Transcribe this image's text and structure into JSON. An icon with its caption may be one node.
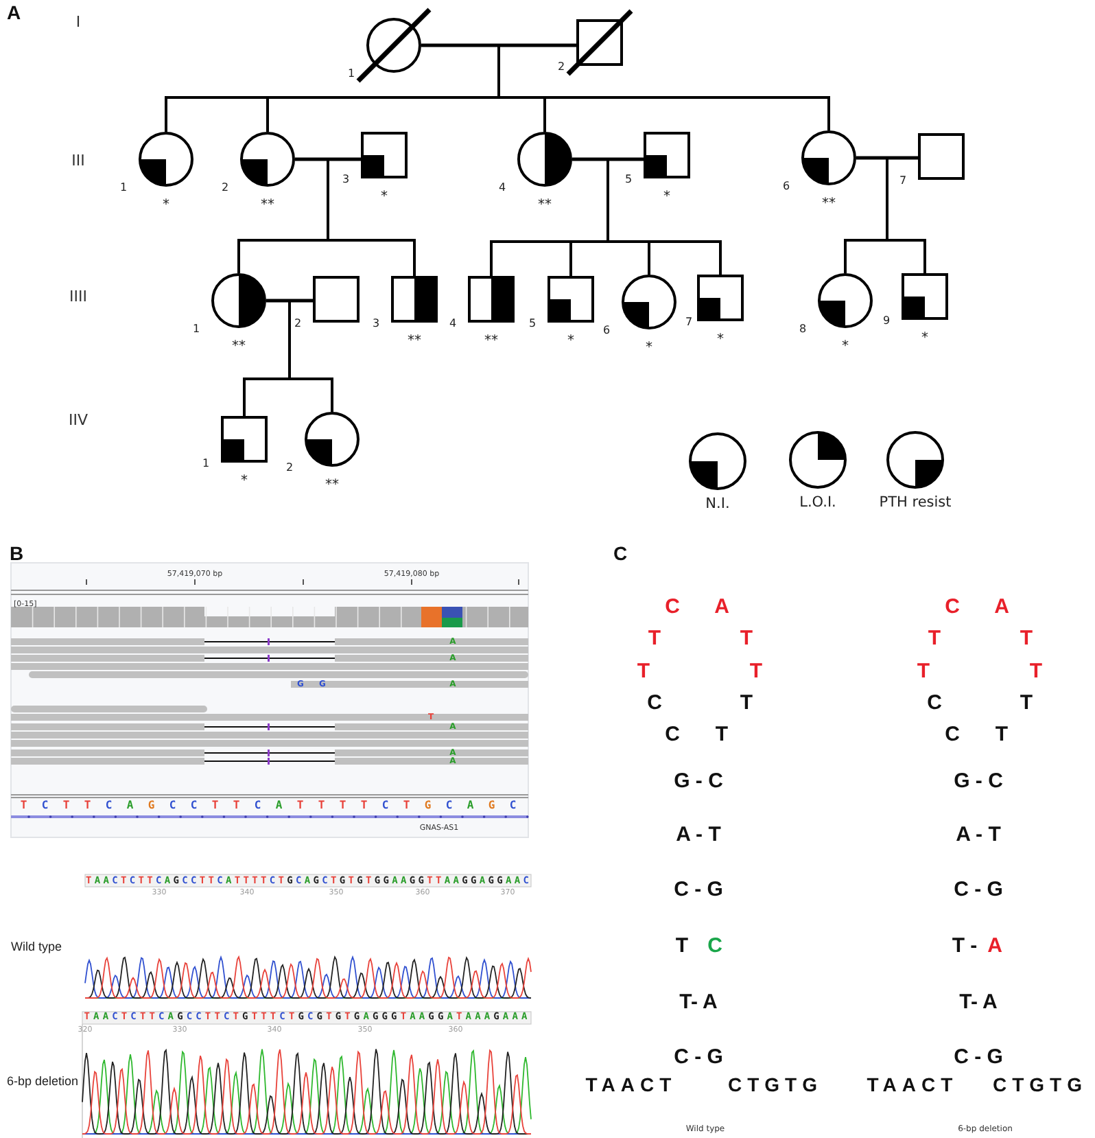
{
  "diagram": {
    "nodes": [
      {
        "text": [],
        "shape": "circle",
        "beside": [
          "1"
        ]
      },
      {
        "text": [],
        "shape": "box",
        "beside": [
          "2"
        ]
      },
      {
        "text": [],
        "shape": "circle",
        "beside": [
          "1",
          "*"
        ]
      },
      {
        "text": [],
        "shape": "circle",
        "beside": [
          "2",
          "**"
        ]
      },
      {
        "text": [],
        "shape": "box",
        "beside": [
          "3",
          "*"
        ]
      },
      {
        "text": [],
        "shape": "circle",
        "beside": [
          "4",
          "**"
        ]
      },
      {
        "text": [],
        "shape": "box",
        "beside": [
          "5",
          "*"
        ]
      },
      {
        "text": [],
        "shape": "circle",
        "beside": [
          "6",
          "**"
        ]
      },
      {
        "text": [],
        "shape": "box",
        "beside": [
          "7"
        ]
      },
      {
        "text": [],
        "shape": "circle",
        "beside": [
          "1",
          "**"
        ]
      },
      {
        "text": [],
        "shape": "box",
        "beside": [
          "2"
        ]
      },
      {
        "text": [],
        "shape": "box",
        "beside": [
          "3",
          "**"
        ]
      },
      {
        "text": [],
        "shape": "box",
        "beside": [
          "4",
          "**"
        ]
      },
      {
        "text": [],
        "shape": "box",
        "beside": [
          "5",
          "*"
        ]
      },
      {
        "text": [],
        "shape": "circle",
        "beside": [
          "6",
          "*"
        ]
      },
      {
        "text": [],
        "shape": "box",
        "beside": [
          "7",
          "*"
        ]
      },
      {
        "text": [],
        "shape": "circle",
        "beside": [
          "8",
          "*"
        ]
      },
      {
        "text": [],
        "shape": "box",
        "beside": [
          "9",
          "*"
        ]
      },
      {
        "text": [],
        "shape": "box",
        "beside": [
          "1",
          "*"
        ]
      },
      {
        "text": [],
        "shape": "circle",
        "beside": [
          "2",
          "**"
        ]
      }
    ],
    "edges": [
      {
        "from": 0,
        "to": 1,
        "arrow": "none"
      },
      {
        "from": 0,
        "to": 2,
        "arrow": "none"
      },
      {
        "from": 0,
        "to": 3,
        "arrow": "none"
      },
      {
        "from": 0,
        "to": 5,
        "arrow": "none"
      },
      {
        "from": 0,
        "to": 7,
        "arrow": "none"
      },
      {
        "from": 1,
        "to": 2,
        "arrow": "none"
      },
      {
        "from": 1,
        "to": 3,
        "arrow": "none"
      },
      {
        "from": 1,
        "to": 5,
        "arrow": "none"
      },
      {
        "from": 1,
        "to": 7,
        "arrow": "none"
      },
      {
        "from": 3,
        "to": 4,
        "arrow": "none"
      },
      {
        "from": 3,
        "to": 9,
        "arrow": "none"
      },
      {
        "from": 3,
        "to": 11,
        "arrow": "none"
      },
      {
        "from": 4,
        "to": 9,
        "arrow": "none"
      },
      {
        "from": 4,
        "to": 11,
        "arrow": "none"
      },
      {
        "from": 5,
        "to": 6,
        "arrow": "none"
      },
      {
        "from": 5,
        "to": 12,
        "arrow": "none"
      },
      {
        "from": 5,
        "to": 13,
        "arrow": "none"
      },
      {
        "from": 5,
        "to": 14,
        "arrow": "none"
      },
      {
        "from": 5,
        "to": 15,
        "arrow": "none"
      },
      {
        "from": 6,
        "to": 12,
        "arrow": "none"
      },
      {
        "from": 6,
        "to": 13,
        "arrow": "none"
      },
      {
        "from": 6,
        "to": 14,
        "arrow": "none"
      },
      {
        "from": 6,
        "to": 15,
        "arrow": "none"
      },
      {
        "from": 7,
        "to": 8,
        "arrow": "none"
      },
      {
        "from": 7,
        "to": 16,
        "arrow": "none"
      },
      {
        "from": 7,
        "to": 17,
        "arrow": "none"
      },
      {
        "from": 8,
        "to": 16,
        "arrow": "none"
      },
      {
        "from": 8,
        "to": 17,
        "arrow": "none"
      },
      {
        "from": 9,
        "to": 10,
        "arrow": "none"
      },
      {
        "from": 9,
        "to": 18,
        "arrow": "none"
      },
      {
        "from": 9,
        "to": 19,
        "arrow": "none"
      },
      {
        "from": 10,
        "to": 18,
        "arrow": "none"
      },
      {
        "from": 10,
        "to": 19,
        "arrow": "none"
      }
    ],
    "labels": [
      "A",
      "I",
      "III",
      "IIII",
      "IIV",
      "B",
      "C",
      "57,419,070 bp",
      "57,419,080 bp",
      "[0-15]",
      "A",
      "A",
      "G",
      "G",
      "A",
      "T",
      "A",
      "A",
      "A",
      "T C T T C A G C C T T C A T T T T C T G C A G C",
      "GNAS-AS1",
      "TAACTCTTCAGCCTTCATTTTCTGCAGCTGTGTGGAAGGTTAAGGAGGAAC",
      "330",
      "340",
      "350",
      "360",
      "370",
      "Wild type",
      "TAACTCTTCAGCCTTCTGTTTCTGCGTGTGAGGGTAAGGATAAAGAAA",
      "320",
      "330",
      "340",
      "350",
      "360",
      "6-bp deletion",
      "C",
      "A",
      "C",
      "A",
      "T",
      "T",
      "T",
      "T",
      "T",
      "T",
      "T",
      "T",
      "C",
      "T",
      "C",
      "T",
      "C",
      "T",
      "C",
      "T",
      "G - C",
      "G - C",
      "A - T",
      "A - T",
      "C - G",
      "C - G",
      "T",
      "C",
      "T -",
      "A",
      "T- A",
      "T- A",
      "C - G",
      "C - G",
      "TAACT",
      "CTGTG",
      "TAACT",
      "CTGTG",
      "Wild type",
      "6-bp deletion"
    ],
    "legend": [
      {
        "text": "N.I."
      },
      {
        "text": "L.O.I."
      },
      {
        "text": "PTH resist"
      }
    ]
  }
}
